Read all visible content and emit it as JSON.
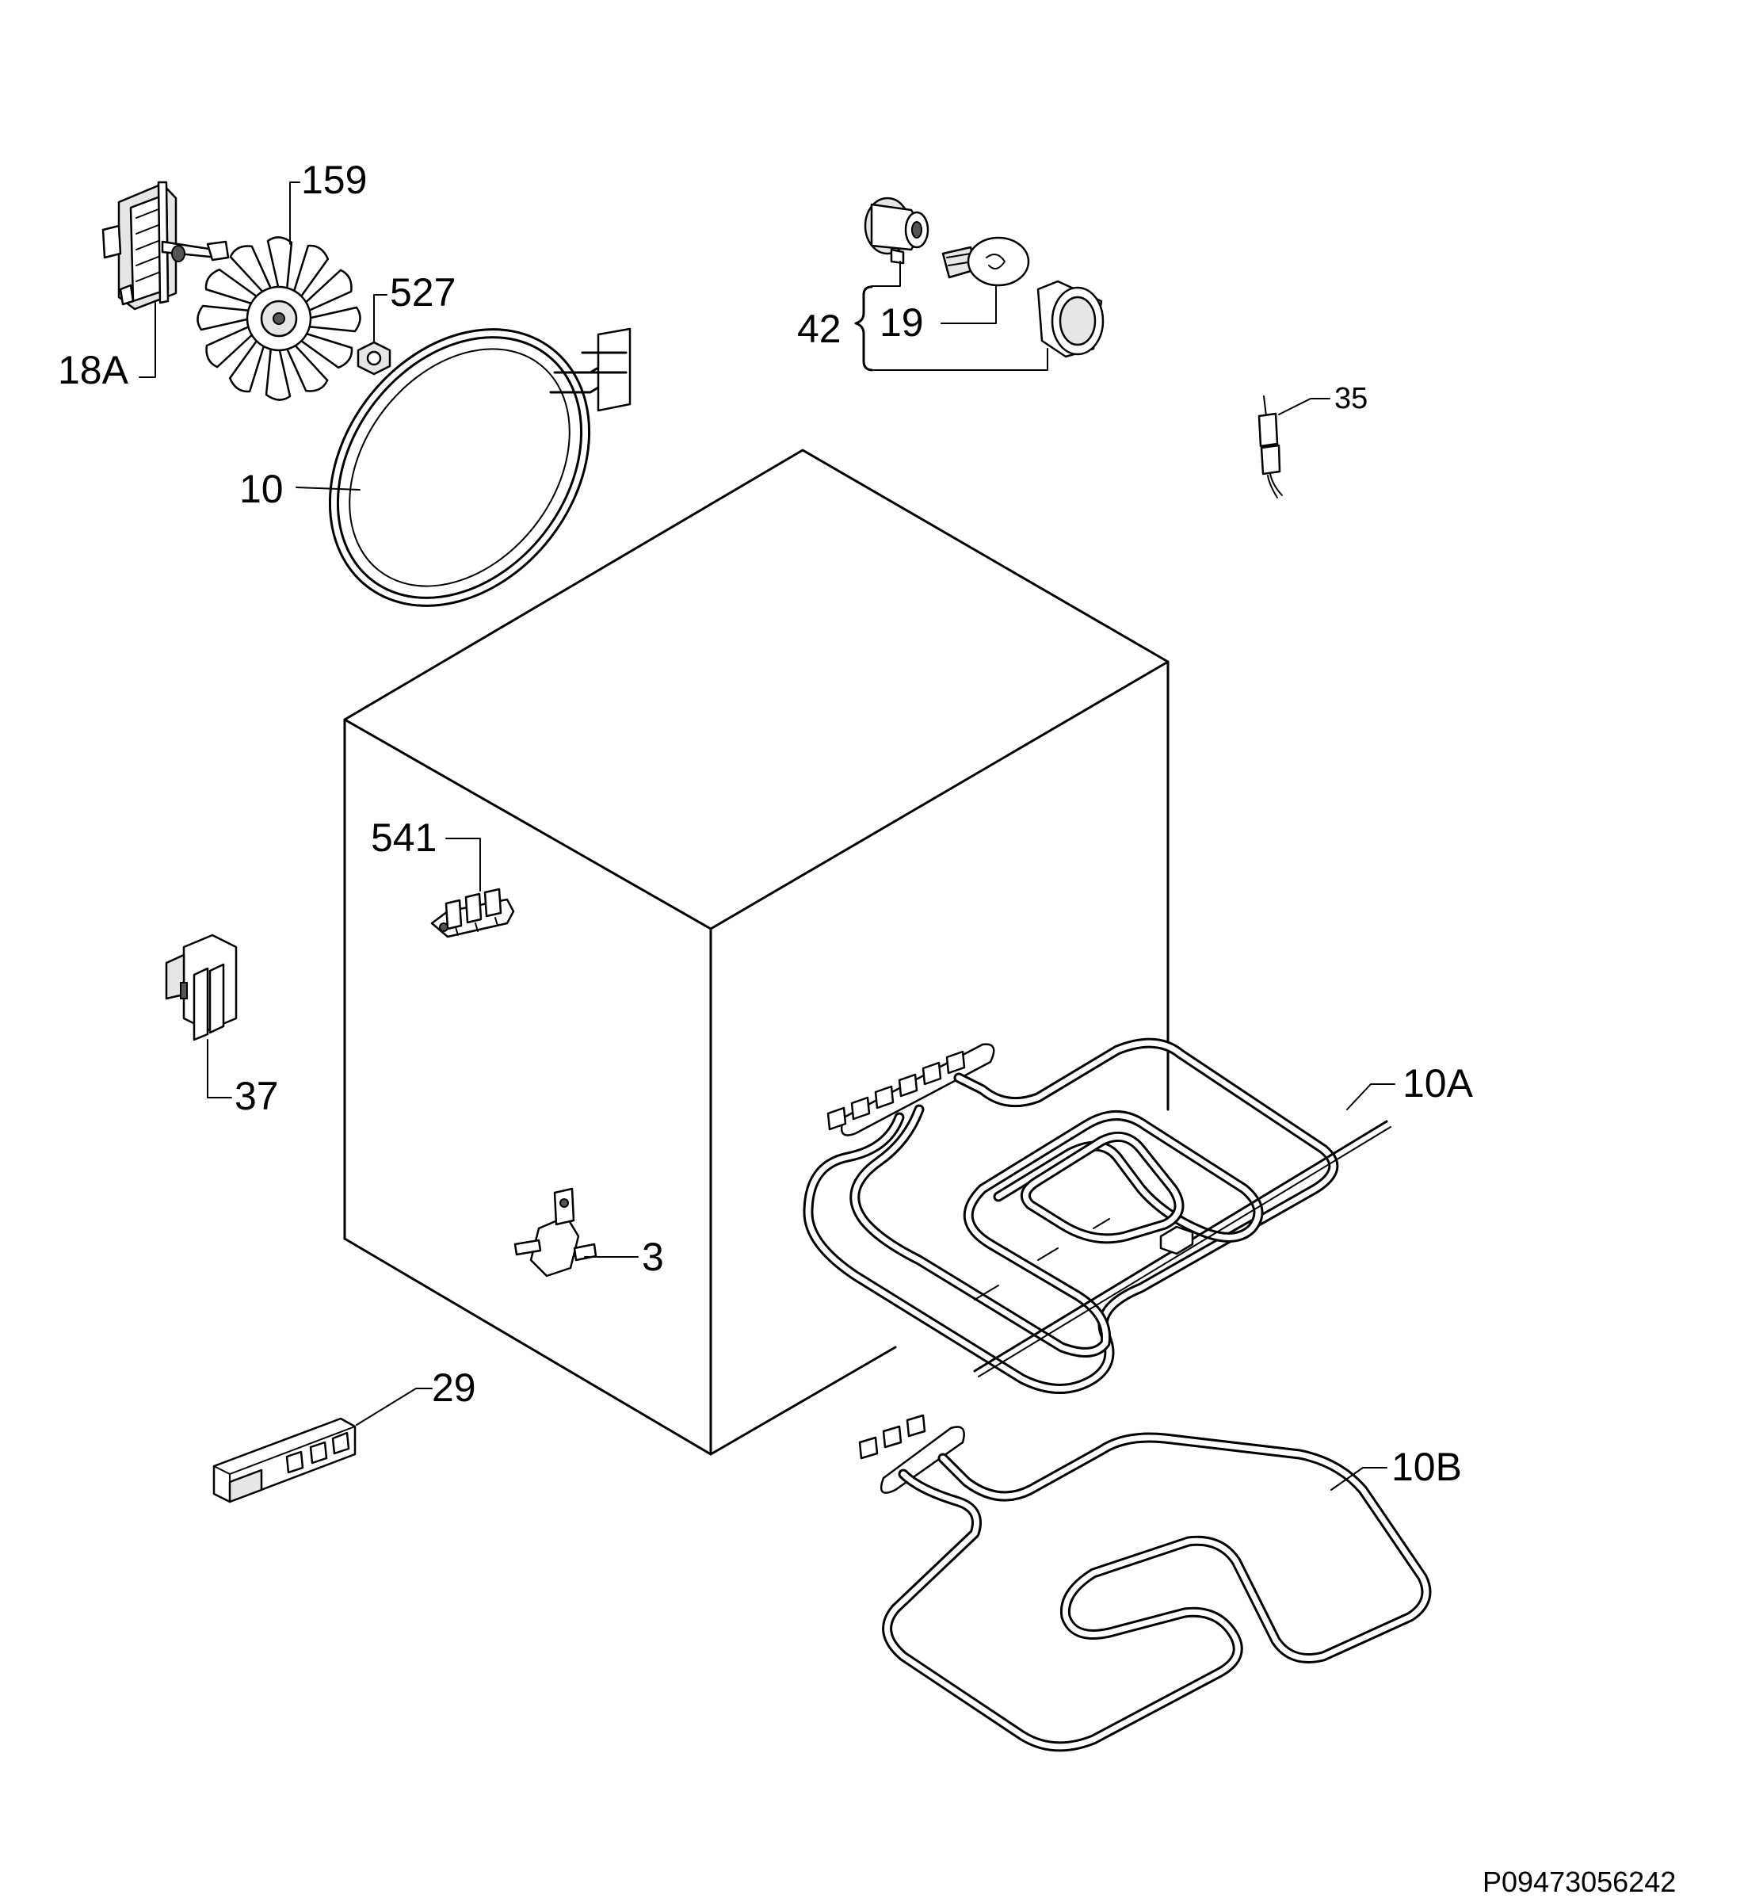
{
  "diagram": {
    "document_code": "P09473056242",
    "labels": {
      "fan_motor": "18A",
      "fan_blade": "159",
      "nut": "527",
      "circular_heater": "10",
      "lamp_assembly": "42",
      "lamp_bulb": "19",
      "sensor": "35",
      "connector_block": "541",
      "clip": "37",
      "thermostat": "3",
      "spark_generator": "29",
      "grill_heater": "10A",
      "bottom_heater": "10B"
    }
  }
}
